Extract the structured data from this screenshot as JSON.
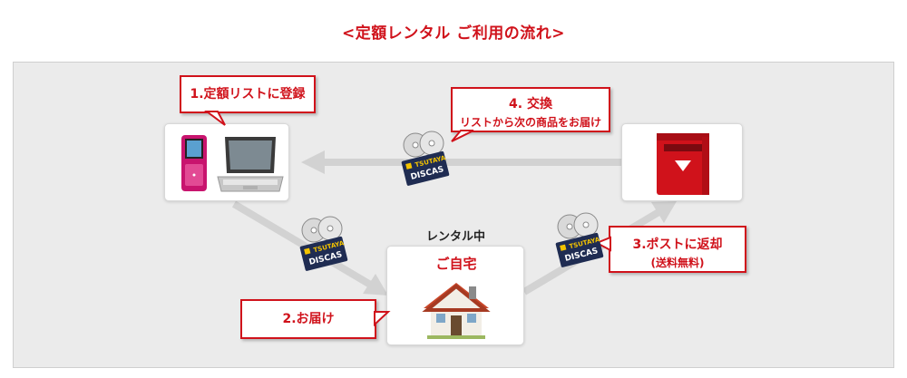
{
  "title": "<定額レンタル ご利用の流れ>",
  "steps": {
    "step1": "1.定額リストに登録",
    "step2": "2.お届け",
    "step3": "3.ポストに返却",
    "step3_note": "(送料無料)",
    "step4": "4. 交換",
    "step4_note": "リストから次の商品をお届け"
  },
  "home": {
    "status": "レンタル中",
    "label": "ご自宅"
  },
  "disc_package": {
    "brand_top": "TSUTAYA",
    "brand_bottom": "DISCAS"
  },
  "colors": {
    "accent": "#d0121b",
    "panel": "#ebebeb",
    "arrow": "#d2d2d2",
    "package": "#1f2c52"
  },
  "icons": [
    "mobile-phone-icon",
    "laptop-icon",
    "mailbox-icon",
    "house-icon",
    "disc-package-icon"
  ]
}
